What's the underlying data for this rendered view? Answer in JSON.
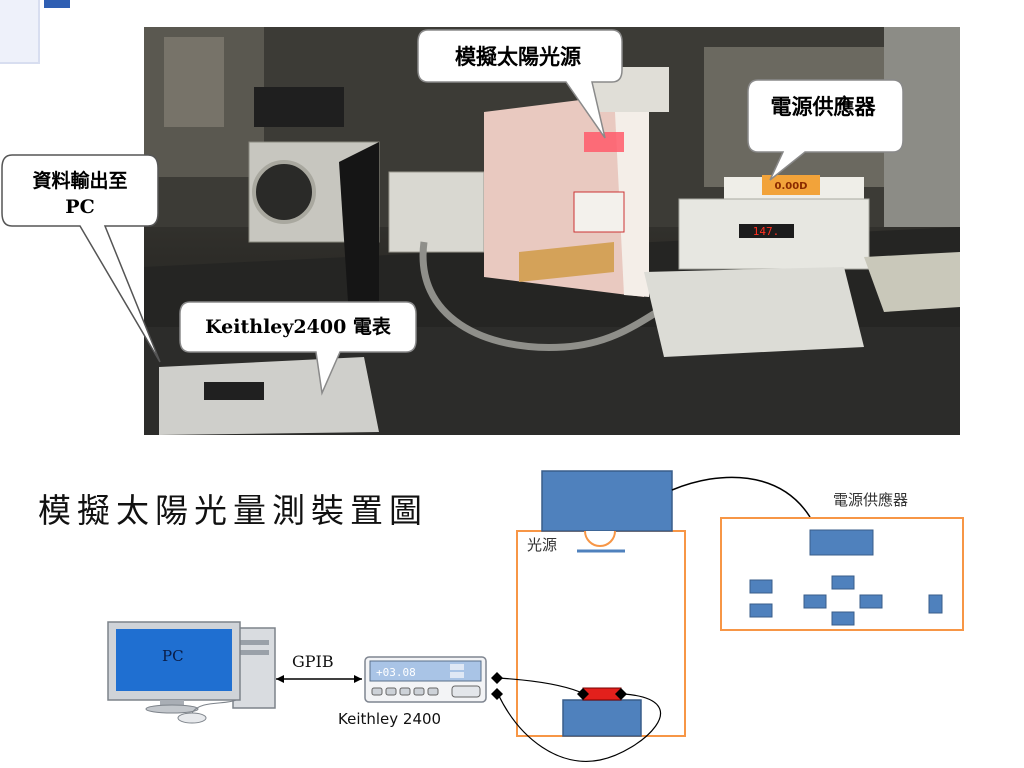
{
  "photo": {
    "callouts": {
      "solar_simulator": "模擬太陽光源",
      "power_supply": "電源供應器",
      "data_output_line1": "資料輸出至",
      "data_output_line2": "PC",
      "meter": "Keithley2400 電表"
    },
    "display_readings": {
      "power_supply_display": "0.00D",
      "controller_display": "147."
    }
  },
  "diagram": {
    "title": "模擬太陽光量測裝置圖",
    "labels": {
      "light_source": "光源",
      "power_supply": "電源供應器",
      "pc": "PC",
      "gpib": "GPIB",
      "keithley": "Keithley 2400",
      "keithley_screen": "+03.08"
    }
  },
  "colors": {
    "box_blue": "#4f81bd",
    "box_blue_stroke": "#385d8a",
    "frame_orange": "#f79646",
    "sample_red": "#e3201c",
    "callout_fill": "#ffffff"
  }
}
